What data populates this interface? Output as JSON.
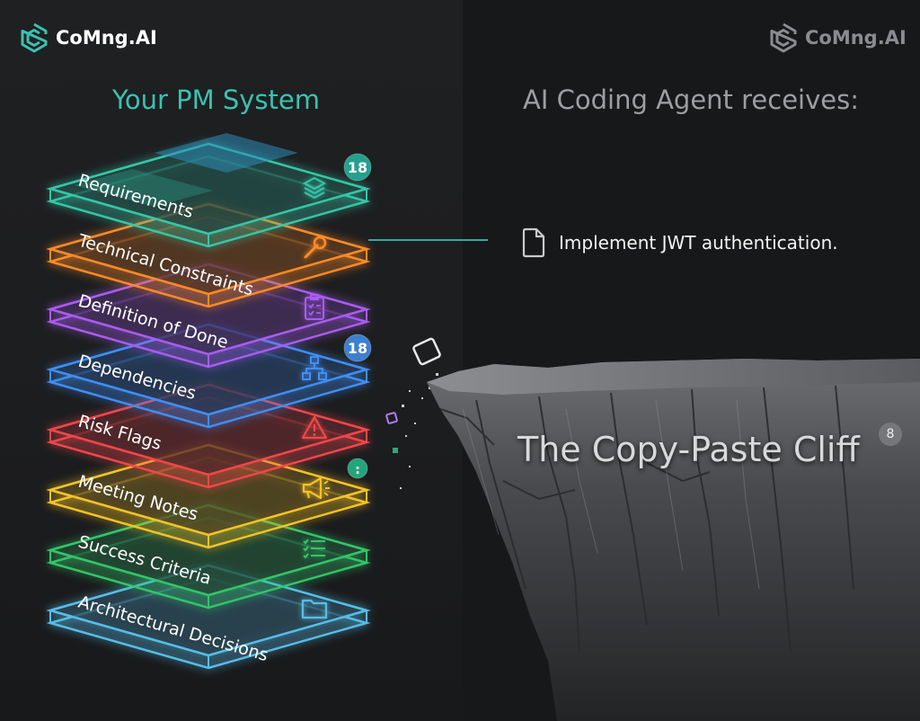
{
  "brand": {
    "name": "CoMng.AI",
    "accent": "#3bc2b0"
  },
  "left_heading": "Your PM System",
  "right_heading": "AI Coding Agent receives:",
  "layers": [
    {
      "label": "Requirements",
      "color": "#34c7a8",
      "icon": "stack-icon",
      "badge": "18",
      "badge_color": "#25a08e"
    },
    {
      "label": "Technical Constraints",
      "color": "#ff8a26",
      "icon": "wrench-icon"
    },
    {
      "label": "Definition of Done",
      "color": "#a85cf0",
      "icon": "clipboard-checklist-icon"
    },
    {
      "label": "Dependencies",
      "color": "#3f8ef5",
      "icon": "hierarchy-icon",
      "badge": "18",
      "badge_color": "#3d7fd1"
    },
    {
      "label": "Risk Flags",
      "color": "#f0464a",
      "icon": "warning-icon"
    },
    {
      "label": "Meeting Notes",
      "color": "#f5c228",
      "icon": "megaphone-icon",
      "badge": ":",
      "badge_color": "#23a47a"
    },
    {
      "label": "Success Criteria",
      "color": "#32c56a",
      "icon": "checklist-icon"
    },
    {
      "label": "Architectural Decisions",
      "color": "#57bde8",
      "icon": "folder-icon"
    }
  ],
  "task": {
    "text": "Implement JWT authentication.",
    "icon": "document-icon"
  },
  "cliff": {
    "title": "The Copy-Paste Cliff",
    "badge": "8"
  }
}
